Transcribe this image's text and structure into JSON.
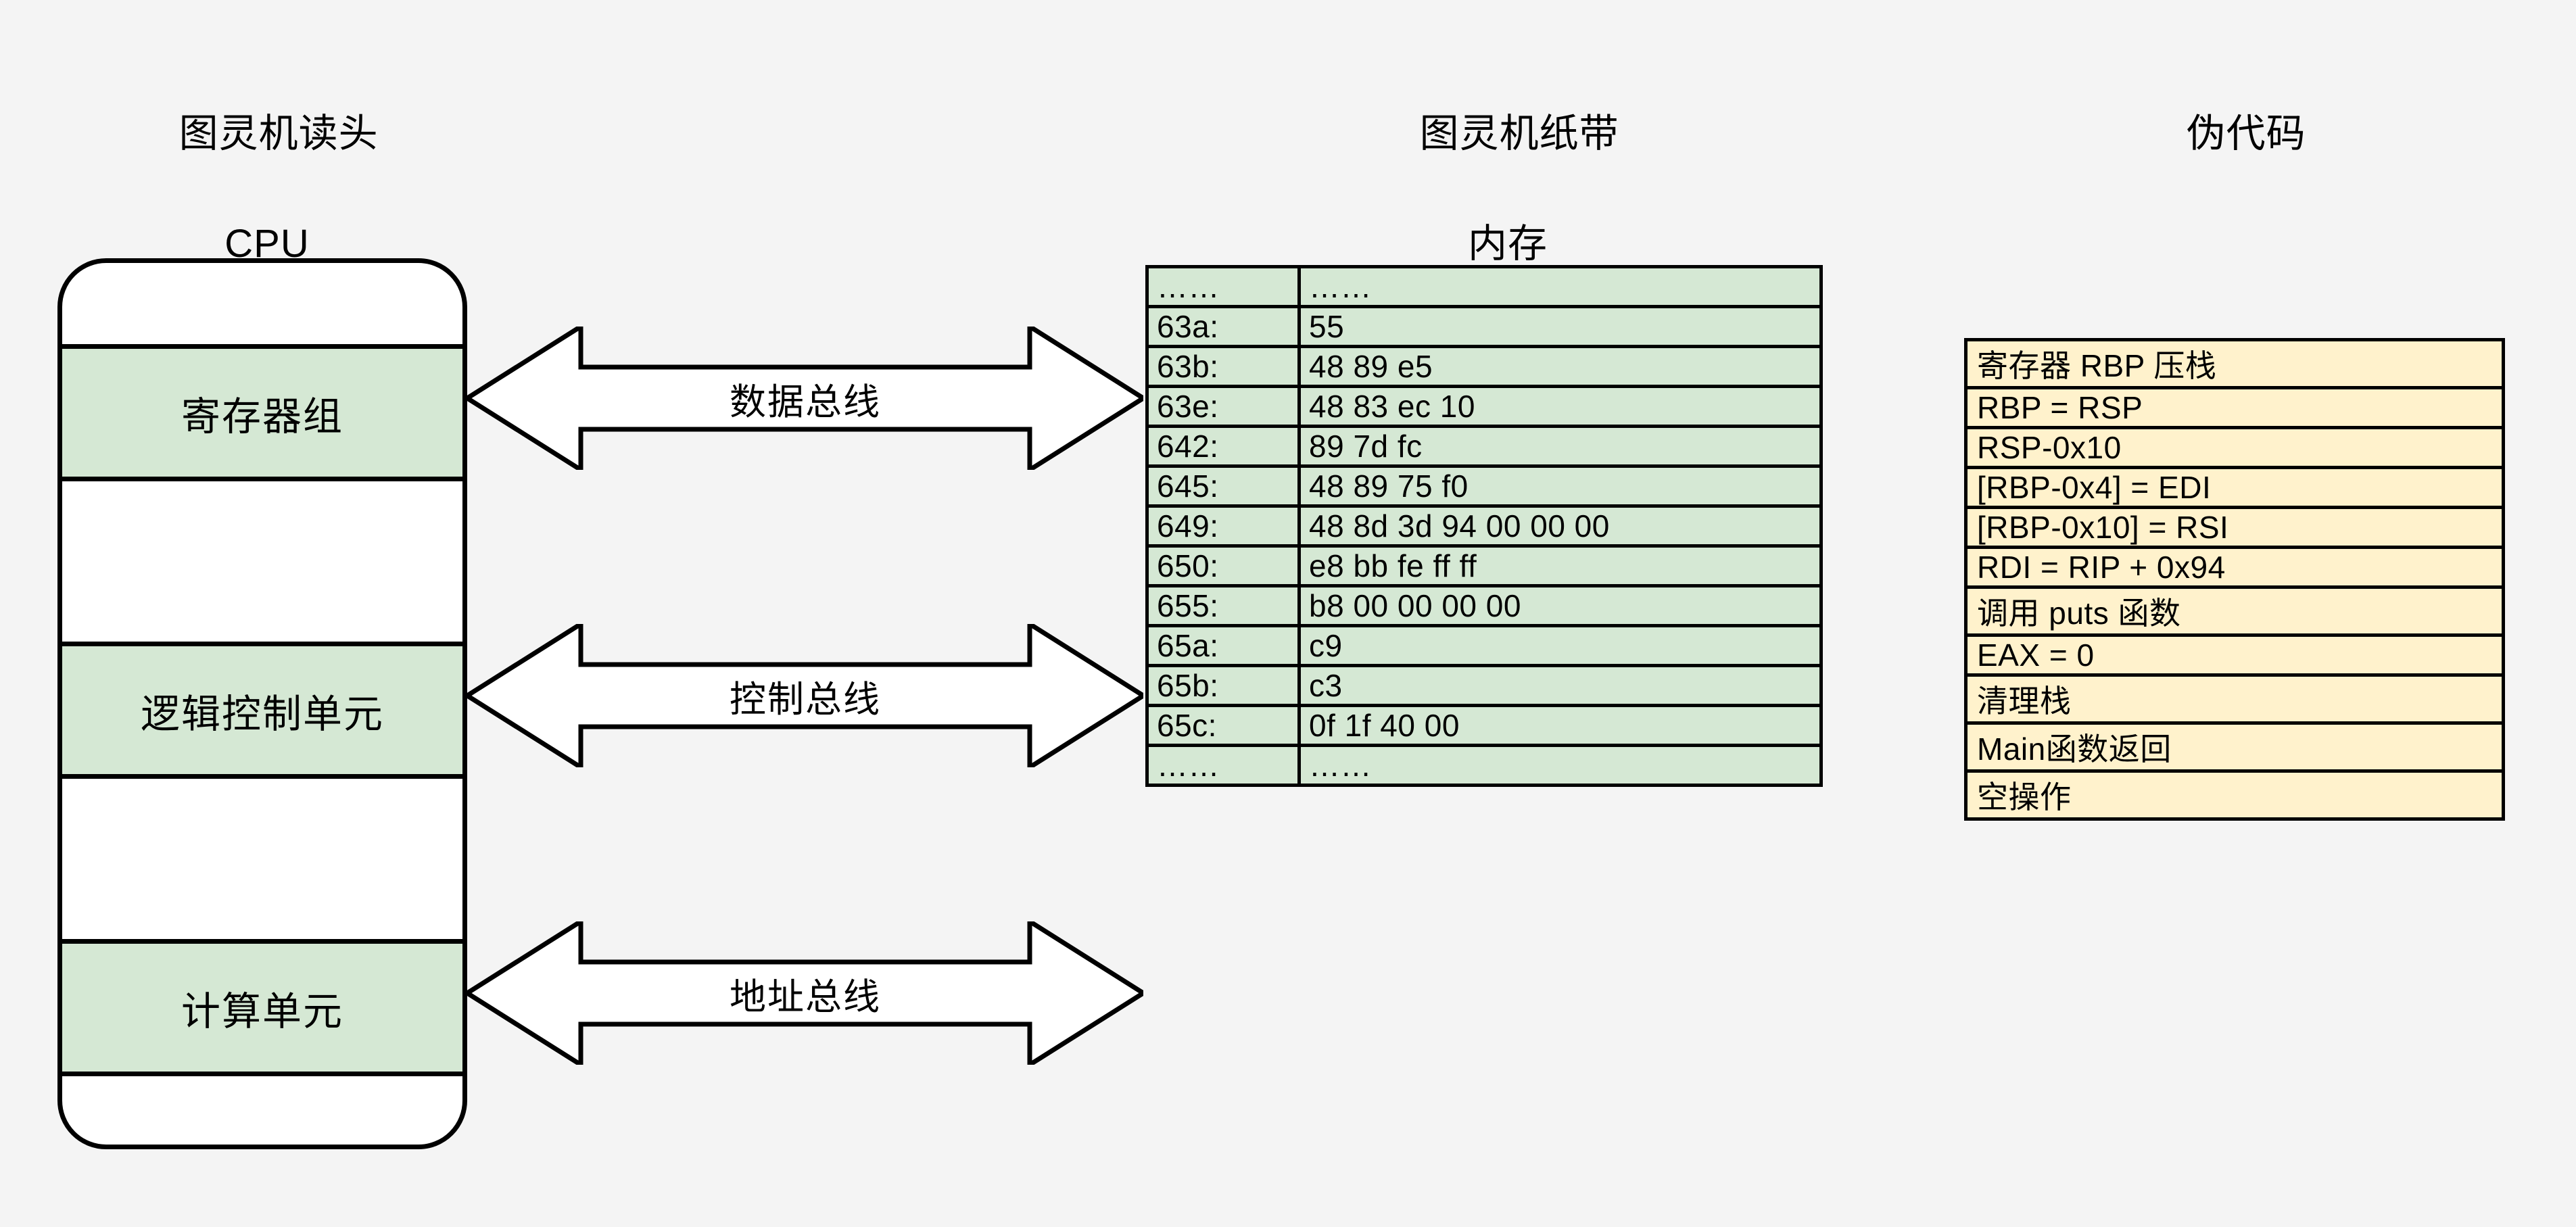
{
  "columns": {
    "cpu": {
      "line1": "图灵机读头",
      "line2": "CPU"
    },
    "memory": {
      "line1": "图灵机纸带",
      "line2": "内存"
    },
    "pseudocode": {
      "line1": "伪代码"
    }
  },
  "cpu": {
    "bands": [
      {
        "label": "寄存器组"
      },
      {
        "label": "逻辑控制单元"
      },
      {
        "label": "计算单元"
      }
    ]
  },
  "buses": [
    {
      "label": "数据总线"
    },
    {
      "label": "控制总线"
    },
    {
      "label": "地址总线"
    }
  ],
  "memory": {
    "rows": [
      {
        "address": "……",
        "bytes": "……"
      },
      {
        "address": "63a:",
        "bytes": "55"
      },
      {
        "address": "63b:",
        "bytes": "48 89 e5"
      },
      {
        "address": "63e:",
        "bytes": "48 83 ec 10"
      },
      {
        "address": "642:",
        "bytes": "89 7d fc"
      },
      {
        "address": "645:",
        "bytes": "48 89 75 f0"
      },
      {
        "address": "649:",
        "bytes": "48 8d 3d 94 00 00 00"
      },
      {
        "address": "650:",
        "bytes": "e8 bb fe ff ff"
      },
      {
        "address": "655:",
        "bytes": "b8 00 00 00 00"
      },
      {
        "address": "65a:",
        "bytes": "c9"
      },
      {
        "address": "65b:",
        "bytes": "c3"
      },
      {
        "address": "65c:",
        "bytes": "0f 1f 40 00"
      },
      {
        "address": "……",
        "bytes": "……"
      }
    ]
  },
  "pseudocode": {
    "rows": [
      {
        "text": "寄存器 RBP 压栈"
      },
      {
        "text": "RBP = RSP"
      },
      {
        "text": "RSP-0x10"
      },
      {
        "text": "[RBP-0x4] = EDI"
      },
      {
        "text": "[RBP-0x10] = RSI"
      },
      {
        "text": "RDI = RIP + 0x94"
      },
      {
        "text": "调用 puts 函数"
      },
      {
        "text": "EAX = 0"
      },
      {
        "text": "清理栈"
      },
      {
        "text": "Main函数返回"
      },
      {
        "text": "空操作"
      }
    ]
  },
  "colors": {
    "background": "#f4f4f4",
    "memory_fill": "#d5e8d4",
    "pseudocode_fill": "#fff2cc",
    "stroke": "#000000",
    "cpu_fill": "#ffffff"
  }
}
